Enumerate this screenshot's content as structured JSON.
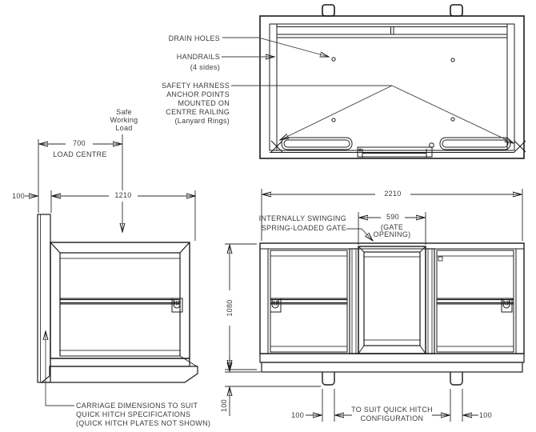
{
  "drawing": {
    "type": "engineering-general-arrangement",
    "subject": "Quick hitch safety cage / man basket",
    "line_color": "#1b1b1b",
    "text_color": "#3a3b41",
    "background": "#ffffff"
  },
  "callouts": {
    "drain_holes": "DRAIN HOLES",
    "handrails": [
      "HANDRAILS",
      "(4 sides)"
    ],
    "safety_harness": [
      "SAFETY HARNESS",
      "ANCHOR POINTS",
      "MOUNTED ON",
      "CENTRE RAILING",
      "(Lanyard Rings)"
    ],
    "safe_working_load": [
      "Safe",
      "Working",
      "Load"
    ],
    "load_centre": "LOAD CENTRE",
    "gate": [
      "INTERNALLY SWINGING",
      "SPRING-LOADED GATE"
    ],
    "gate_opening": [
      "(GATE",
      "OPENING)"
    ],
    "quick_hitch": [
      "TO SUIT QUICK HITCH",
      "CONFIGURATION"
    ],
    "carriage": [
      "CARRIAGE DIMENSIONS TO SUIT",
      "QUICK HITCH SPECIFICATIONS",
      "(QUICK HITCH PLATES NOT SHOWN)"
    ]
  },
  "dimensions": {
    "load_centre": "700",
    "carriage_thickness": "100",
    "basket_depth": "1210",
    "basket_width": "2210",
    "gate_opening": "590",
    "basket_height": "1080",
    "hitch_lug_drop": "100",
    "hitch_lug_width_left": "100",
    "hitch_lug_width_right": "100"
  }
}
